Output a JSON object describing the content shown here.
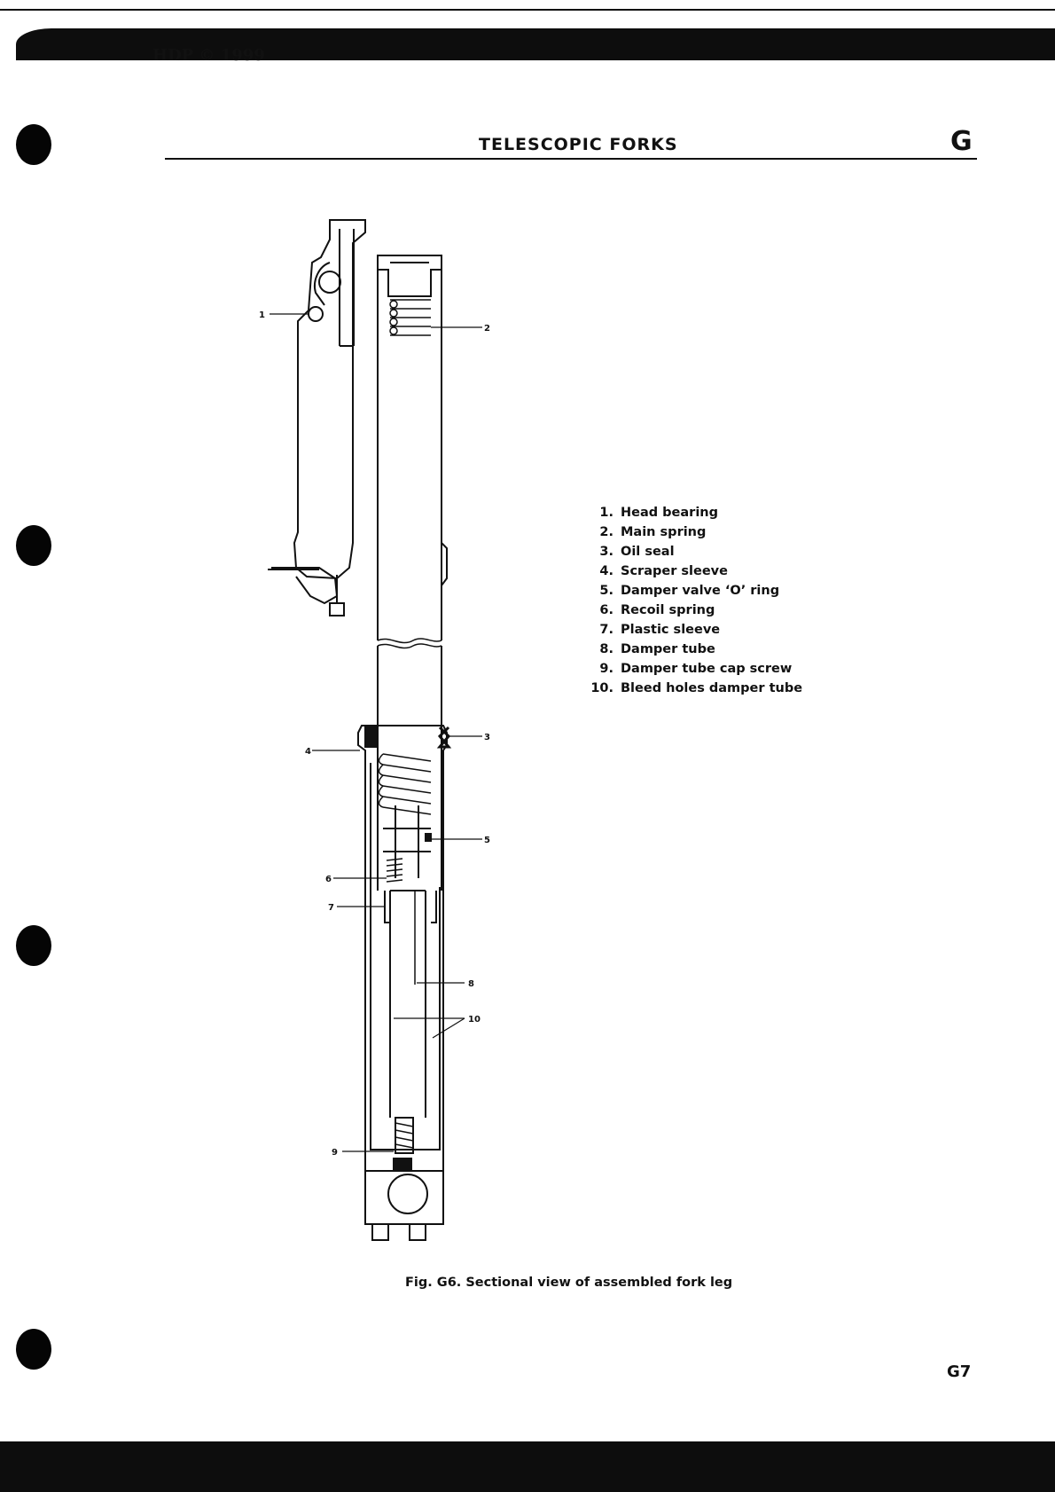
{
  "header": {
    "copyright": "HDP © 1999",
    "section_title": "TELESCOPIC FORKS",
    "section_letter": "G"
  },
  "figure": {
    "callouts": [
      "1",
      "2",
      "3",
      "4",
      "5",
      "6",
      "7",
      "8",
      "9",
      "10"
    ],
    "legend": [
      {
        "num": "1.",
        "label": "Head bearing"
      },
      {
        "num": "2.",
        "label": "Main spring"
      },
      {
        "num": "3.",
        "label": "Oil seal"
      },
      {
        "num": "4.",
        "label": "Scraper sleeve"
      },
      {
        "num": "5.",
        "label": "Damper valve ‘O’ ring"
      },
      {
        "num": "6.",
        "label": "Recoil spring"
      },
      {
        "num": "7.",
        "label": "Plastic sleeve"
      },
      {
        "num": "8.",
        "label": "Damper tube"
      },
      {
        "num": "9.",
        "label": "Damper tube cap screw"
      },
      {
        "num": "10.",
        "label": "Bleed holes damper tube"
      }
    ],
    "caption": "Fig. G6.  Sectional view of assembled fork leg"
  },
  "footer": {
    "page_number": "G7"
  }
}
